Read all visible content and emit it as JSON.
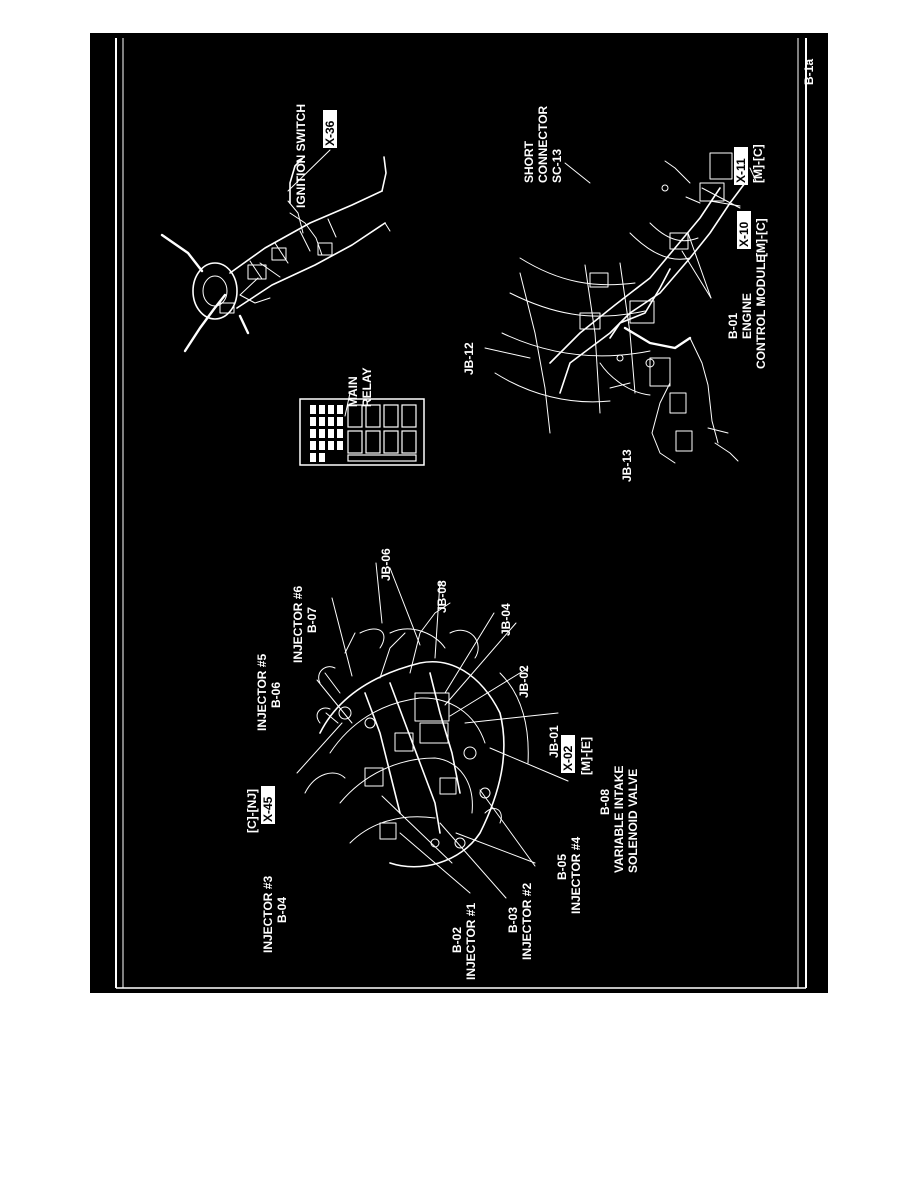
{
  "page_code": "B-1a",
  "labels": {
    "ignition_switch": "IGNITION SWITCH",
    "ignition_conn": "X-36",
    "short_conn_1": "SHORT",
    "short_conn_2": "CONNECTOR",
    "short_conn_3": "SC-13",
    "x11": "X-11",
    "x11_note": "[M]-[C]",
    "x10": "X-10",
    "x10_note": "[M]-[C]",
    "ecm_1": "B-01",
    "ecm_2": "ENGINE",
    "ecm_3": "CONTROL MODULE",
    "main_relay_1": "MAIN",
    "main_relay_2": "RELAY",
    "jb12": "JB-12",
    "jb13": "JB-13",
    "inj6_1": "INJECTOR #6",
    "inj6_2": "B-07",
    "inj5_1": "INJECTOR #5",
    "inj5_2": "B-06",
    "jb06": "JB-06",
    "jb08": "JB-08",
    "jb04": "JB-04",
    "jb02": "JB-02",
    "jb01": "JB-01",
    "x45_note": "[C]-[NJ]",
    "x45": "X-45",
    "x02": "X-02",
    "x02_note": "[M]-[E]",
    "inj3_1": "INJECTOR #3",
    "inj3_2": "B-04",
    "inj1_1": "B-02",
    "inj1_2": "INJECTOR #1",
    "inj2_1": "B-03",
    "inj2_2": "INJECTOR #2",
    "inj4_1": "B-05",
    "inj4_2": "INJECTOR #4",
    "vis_1": "B-08",
    "vis_2": "VARIABLE INTAKE",
    "vis_3": "SOLENOID VALVE"
  }
}
